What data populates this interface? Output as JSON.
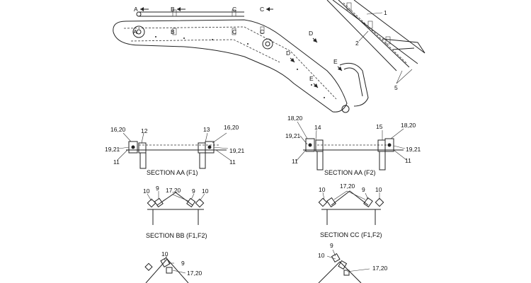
{
  "colors": {
    "ink": "#222222",
    "paper": "#ffffff"
  },
  "overview": {
    "view_markers": {
      "a": "A",
      "b": "B",
      "c": "C",
      "d": "D",
      "e": "E"
    },
    "callouts": {
      "p1": "1",
      "p2": "2",
      "p5": "5"
    }
  },
  "sections": {
    "aa_f1": {
      "caption": "SECTION AA (F1)",
      "labels": {
        "l16_20": "16,20",
        "l12": "12",
        "l13": "13",
        "r16_20": "16,20",
        "l19_21": "19,21",
        "r19_21": "19,21",
        "l11": "11",
        "r11": "11"
      }
    },
    "aa_f2": {
      "caption": "SECTION AA (F2)",
      "labels": {
        "l18_20": "18,20",
        "l14": "14",
        "l19_21": "19,21",
        "l11": "11",
        "r15": "15",
        "r18_20": "18,20",
        "r19_21": "19,21",
        "r11": "11"
      }
    },
    "bb": {
      "caption": "SECTION BB (F1,F2)",
      "labels": {
        "l10": "10",
        "l9": "9",
        "m17_20": "17,20",
        "r9": "9",
        "r10": "10"
      }
    },
    "cc": {
      "caption": "SECTION CC (F1,F2)",
      "labels": {
        "l10": "10",
        "m17_20": "17,20",
        "r9": "9",
        "r10": "10"
      }
    },
    "dd": {
      "labels": {
        "l10": "10",
        "l9": "9",
        "l17_20": "17,20"
      }
    },
    "ee": {
      "labels": {
        "l9": "9",
        "l10": "10",
        "l17_20": "17,20"
      }
    }
  }
}
